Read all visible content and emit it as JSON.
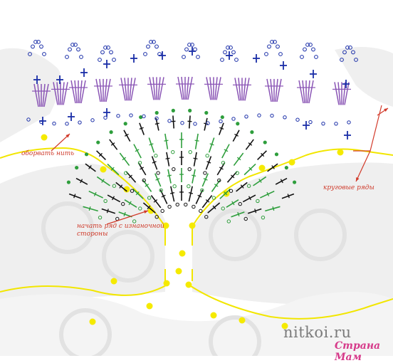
{
  "annotations": {
    "tie_off": "оборвать нить",
    "round_rows": "круговые ряды",
    "start_row_line1": "начать ряд с изнаночной",
    "start_row_line2": "стороны"
  },
  "watermark": {
    "site": "nitkoi.ru",
    "brand": "Страна Мам"
  },
  "colors": {
    "background": "#ffffff",
    "lace": "#efefef",
    "yellow_outline": "#f2e600",
    "yellow_dot": "#f5ea00",
    "row_black": "#111111",
    "row_green": "#2e9e3c",
    "row_purple": "#8a55b5",
    "row_blue": "#1a2ea8",
    "arrow_red": "#d23a2a"
  }
}
